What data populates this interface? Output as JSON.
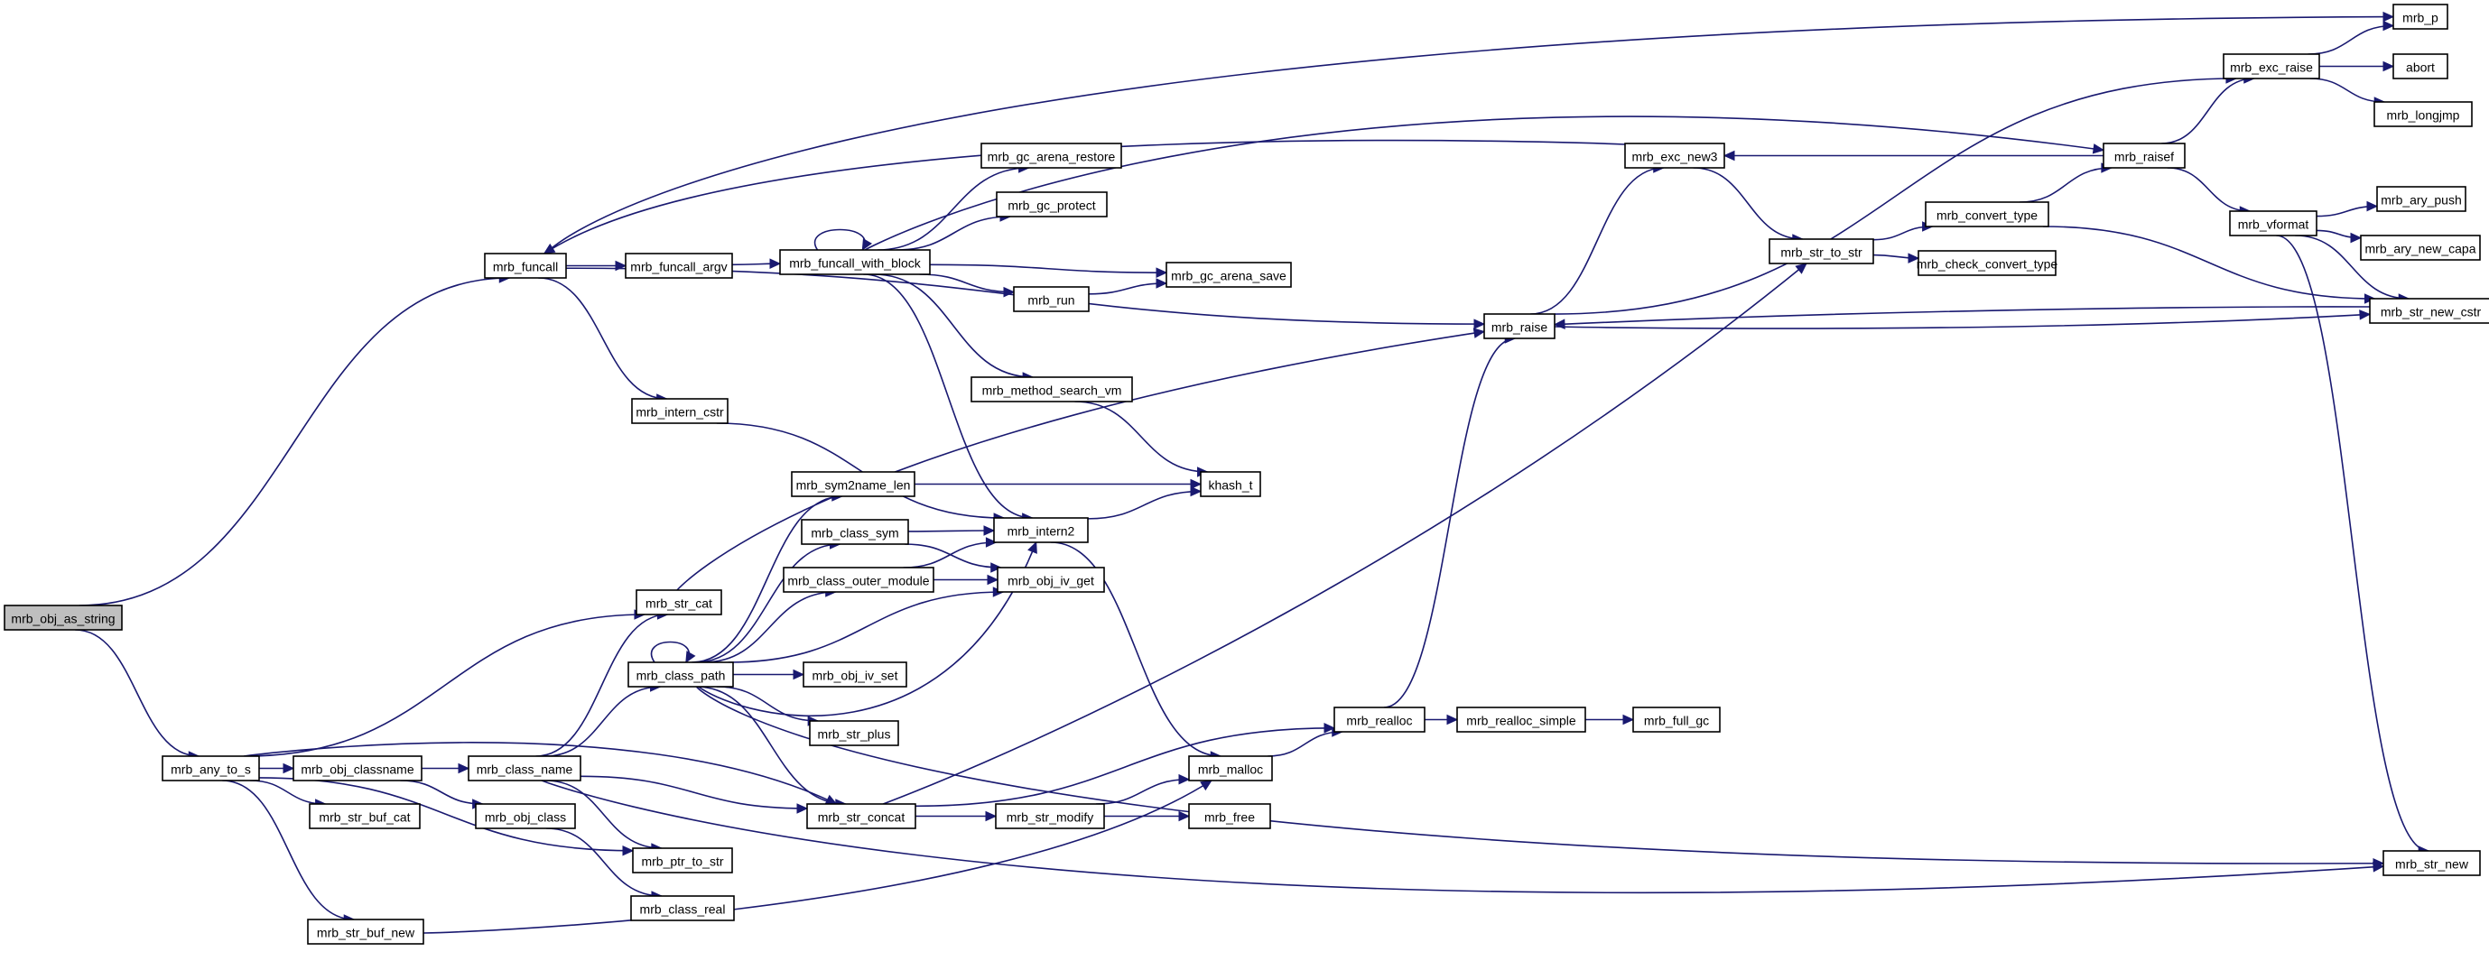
{
  "graph": {
    "edge_color": "#191970",
    "root_fill": "#bfbfbf",
    "node_fill": "#ffffff",
    "truncated_border": "#ff0000",
    "nodes": [
      {
        "id": "mrb_obj_as_string",
        "label": "mrb_obj_as_string",
        "root": true
      },
      {
        "id": "mrb_funcall",
        "label": "mrb_funcall"
      },
      {
        "id": "mrb_any_to_s",
        "label": "mrb_any_to_s"
      },
      {
        "id": "mrb_p",
        "label": "mrb_p"
      },
      {
        "id": "mrb_funcall_argv",
        "label": "mrb_funcall_argv"
      },
      {
        "id": "mrb_raise",
        "label": "mrb_raise"
      },
      {
        "id": "mrb_intern_cstr",
        "label": "mrb_intern_cstr"
      },
      {
        "id": "mrb_funcall_with_block",
        "label": "mrb_funcall_with_block"
      },
      {
        "id": "mrb_gc_arena_restore",
        "label": "mrb_gc_arena_restore"
      },
      {
        "id": "mrb_gc_protect",
        "label": "mrb_gc_protect"
      },
      {
        "id": "mrb_gc_arena_save",
        "label": "mrb_gc_arena_save"
      },
      {
        "id": "mrb_run",
        "label": "mrb_run"
      },
      {
        "id": "mrb_method_search_vm",
        "label": "mrb_method_search_vm"
      },
      {
        "id": "mrb_intern2",
        "label": "mrb_intern2"
      },
      {
        "id": "khash_t",
        "label": "khash_t"
      },
      {
        "id": "mrb_malloc",
        "label": "mrb_malloc"
      },
      {
        "id": "mrb_realloc",
        "label": "mrb_realloc"
      },
      {
        "id": "mrb_exc_new3",
        "label": "mrb_exc_new3"
      },
      {
        "id": "mrb_str_to_str",
        "label": "mrb_str_to_str"
      },
      {
        "id": "mrb_convert_type",
        "label": "mrb_convert_type"
      },
      {
        "id": "mrb_check_convert_type",
        "label": "mrb_check_convert_type"
      },
      {
        "id": "mrb_str_new_cstr",
        "label": "mrb_str_new_cstr"
      },
      {
        "id": "mrb_raisef",
        "label": "mrb_raisef"
      },
      {
        "id": "mrb_exc_raise",
        "label": "mrb_exc_raise"
      },
      {
        "id": "abort",
        "label": "abort"
      },
      {
        "id": "mrb_longjmp",
        "label": "mrb_longjmp"
      },
      {
        "id": "mrb_vformat",
        "label": "mrb_vformat",
        "truncated": true
      },
      {
        "id": "mrb_ary_push",
        "label": "mrb_ary_push",
        "truncated": true
      },
      {
        "id": "mrb_ary_new_capa",
        "label": "mrb_ary_new_capa"
      },
      {
        "id": "mrb_str_new",
        "label": "mrb_str_new"
      },
      {
        "id": "mrb_str_cat",
        "label": "mrb_str_cat"
      },
      {
        "id": "mrb_obj_classname",
        "label": "mrb_obj_classname"
      },
      {
        "id": "mrb_str_buf_cat",
        "label": "mrb_str_buf_cat"
      },
      {
        "id": "mrb_str_buf_new",
        "label": "mrb_str_buf_new"
      },
      {
        "id": "mrb_ptr_to_str",
        "label": "mrb_ptr_to_str"
      },
      {
        "id": "mrb_str_concat",
        "label": "mrb_str_concat"
      },
      {
        "id": "mrb_class_name",
        "label": "mrb_class_name"
      },
      {
        "id": "mrb_obj_class",
        "label": "mrb_obj_class"
      },
      {
        "id": "mrb_class_real",
        "label": "mrb_class_real"
      },
      {
        "id": "mrb_class_path",
        "label": "mrb_class_path"
      },
      {
        "id": "mrb_sym2name_len",
        "label": "mrb_sym2name_len"
      },
      {
        "id": "mrb_class_sym",
        "label": "mrb_class_sym"
      },
      {
        "id": "mrb_class_outer_module",
        "label": "mrb_class_outer_module"
      },
      {
        "id": "mrb_obj_iv_get",
        "label": "mrb_obj_iv_get"
      },
      {
        "id": "mrb_obj_iv_set",
        "label": "mrb_obj_iv_set",
        "truncated": true
      },
      {
        "id": "mrb_str_plus",
        "label": "mrb_str_plus"
      },
      {
        "id": "mrb_str_modify",
        "label": "mrb_str_modify"
      },
      {
        "id": "mrb_free",
        "label": "mrb_free"
      },
      {
        "id": "mrb_realloc_simple",
        "label": "mrb_realloc_simple"
      },
      {
        "id": "mrb_full_gc",
        "label": "mrb_full_gc"
      }
    ],
    "edges": [
      [
        "mrb_obj_as_string",
        "mrb_funcall"
      ],
      [
        "mrb_obj_as_string",
        "mrb_any_to_s"
      ],
      [
        "mrb_funcall",
        "mrb_p"
      ],
      [
        "mrb_funcall",
        "mrb_funcall_argv"
      ],
      [
        "mrb_funcall",
        "mrb_raise"
      ],
      [
        "mrb_funcall",
        "mrb_intern_cstr"
      ],
      [
        "mrb_funcall_argv",
        "mrb_funcall_with_block"
      ],
      [
        "mrb_funcall_with_block",
        "mrb_funcall_with_block"
      ],
      [
        "mrb_funcall_with_block",
        "mrb_gc_arena_restore"
      ],
      [
        "mrb_funcall_with_block",
        "mrb_gc_protect"
      ],
      [
        "mrb_funcall_with_block",
        "mrb_gc_arena_save"
      ],
      [
        "mrb_funcall_with_block",
        "mrb_run"
      ],
      [
        "mrb_funcall_with_block",
        "mrb_method_search_vm"
      ],
      [
        "mrb_funcall_with_block",
        "mrb_intern2"
      ],
      [
        "mrb_funcall_with_block",
        "mrb_raisef"
      ],
      [
        "mrb_run",
        "mrb_gc_arena_save"
      ],
      [
        "mrb_method_search_vm",
        "khash_t"
      ],
      [
        "mrb_intern_cstr",
        "mrb_intern2"
      ],
      [
        "mrb_intern2",
        "khash_t"
      ],
      [
        "mrb_intern2",
        "mrb_malloc"
      ],
      [
        "mrb_malloc",
        "mrb_realloc"
      ],
      [
        "mrb_realloc",
        "mrb_realloc_simple"
      ],
      [
        "mrb_realloc",
        "mrb_raise"
      ],
      [
        "mrb_realloc_simple",
        "mrb_full_gc"
      ],
      [
        "mrb_raise",
        "mrb_exc_new3"
      ],
      [
        "mrb_raise",
        "mrb_exc_raise"
      ],
      [
        "mrb_raise",
        "mrb_str_new_cstr"
      ],
      [
        "mrb_exc_new3",
        "mrb_str_to_str"
      ],
      [
        "mrb_exc_new3",
        "mrb_funcall"
      ],
      [
        "mrb_str_to_str",
        "mrb_convert_type"
      ],
      [
        "mrb_str_to_str",
        "mrb_check_convert_type"
      ],
      [
        "mrb_convert_type",
        "mrb_raisef"
      ],
      [
        "mrb_convert_type",
        "mrb_str_new_cstr"
      ],
      [
        "mrb_raisef",
        "mrb_exc_new3"
      ],
      [
        "mrb_raisef",
        "mrb_exc_raise"
      ],
      [
        "mrb_raisef",
        "mrb_vformat"
      ],
      [
        "mrb_exc_raise",
        "mrb_p"
      ],
      [
        "mrb_exc_raise",
        "abort"
      ],
      [
        "mrb_exc_raise",
        "mrb_longjmp"
      ],
      [
        "mrb_vformat",
        "mrb_ary_push"
      ],
      [
        "mrb_vformat",
        "mrb_ary_new_capa"
      ],
      [
        "mrb_vformat",
        "mrb_str_new_cstr"
      ],
      [
        "mrb_vformat",
        "mrb_str_new"
      ],
      [
        "mrb_str_new_cstr",
        "mrb_raise"
      ],
      [
        "mrb_any_to_s",
        "mrb_str_cat"
      ],
      [
        "mrb_any_to_s",
        "mrb_obj_classname"
      ],
      [
        "mrb_any_to_s",
        "mrb_str_buf_cat"
      ],
      [
        "mrb_any_to_s",
        "mrb_str_buf_new"
      ],
      [
        "mrb_any_to_s",
        "mrb_ptr_to_str"
      ],
      [
        "mrb_any_to_s",
        "mrb_str_concat"
      ],
      [
        "mrb_str_cat",
        "mrb_raise"
      ],
      [
        "mrb_obj_classname",
        "mrb_class_name"
      ],
      [
        "mrb_obj_classname",
        "mrb_obj_class"
      ],
      [
        "mrb_obj_class",
        "mrb_class_real"
      ],
      [
        "mrb_class_name",
        "mrb_str_cat"
      ],
      [
        "mrb_class_name",
        "mrb_class_path"
      ],
      [
        "mrb_class_name",
        "mrb_ptr_to_str"
      ],
      [
        "mrb_class_name",
        "mrb_str_concat"
      ],
      [
        "mrb_class_name",
        "mrb_str_new"
      ],
      [
        "mrb_class_path",
        "mrb_class_path"
      ],
      [
        "mrb_class_path",
        "mrb_sym2name_len"
      ],
      [
        "mrb_class_path",
        "mrb_class_sym"
      ],
      [
        "mrb_class_path",
        "mrb_class_outer_module"
      ],
      [
        "mrb_class_path",
        "mrb_obj_iv_get"
      ],
      [
        "mrb_class_path",
        "mrb_obj_iv_set"
      ],
      [
        "mrb_class_path",
        "mrb_str_plus"
      ],
      [
        "mrb_class_path",
        "mrb_str_concat"
      ],
      [
        "mrb_class_path",
        "mrb_intern2"
      ],
      [
        "mrb_class_path",
        "mrb_str_new"
      ],
      [
        "mrb_sym2name_len",
        "khash_t"
      ],
      [
        "mrb_class_sym",
        "mrb_intern2"
      ],
      [
        "mrb_class_sym",
        "mrb_obj_iv_get"
      ],
      [
        "mrb_class_outer_module",
        "mrb_intern2"
      ],
      [
        "mrb_class_outer_module",
        "mrb_obj_iv_get"
      ],
      [
        "mrb_str_buf_new",
        "mrb_malloc"
      ],
      [
        "mrb_str_concat",
        "mrb_str_to_str"
      ],
      [
        "mrb_str_concat",
        "mrb_str_modify"
      ],
      [
        "mrb_str_concat",
        "mrb_realloc"
      ],
      [
        "mrb_str_modify",
        "mrb_malloc"
      ],
      [
        "mrb_str_modify",
        "mrb_free"
      ]
    ]
  }
}
